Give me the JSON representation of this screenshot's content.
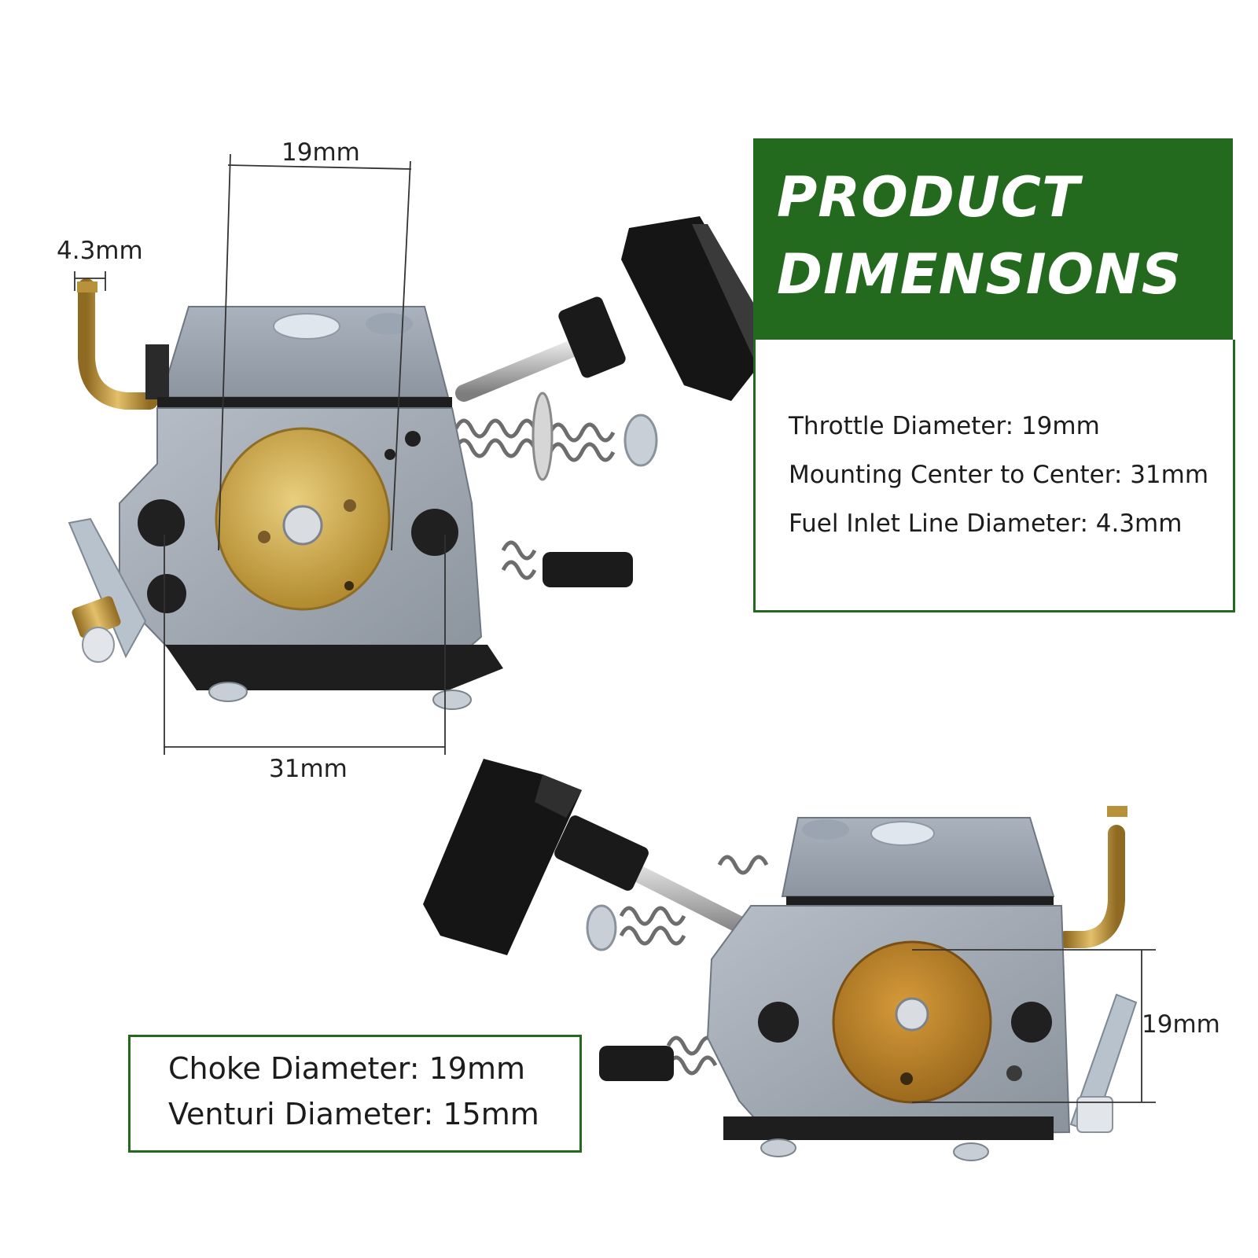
{
  "title": {
    "line1": "PRODUCT",
    "line2": "DIMENSIONS"
  },
  "specs": [
    "Throttle Diameter: 19mm",
    "Mounting Center to Center: 31mm",
    "Fuel Inlet Line Diameter: 4.3mm"
  ],
  "choke_specs": [
    "Choke Diameter: 19mm",
    "Venturi Diameter: 15mm"
  ],
  "dimension_labels": {
    "throttle_top": "19mm",
    "fuel_inlet": "4.3mm",
    "mounting": "31mm",
    "choke_side": "19mm"
  },
  "colors": {
    "brand_green": "#246a1e",
    "body_grey": "#9aa1aa",
    "brass": "#c49a3a",
    "knob_black": "#151515"
  },
  "icons": [
    "carburetor-front-view",
    "carburetor-rear-view"
  ]
}
